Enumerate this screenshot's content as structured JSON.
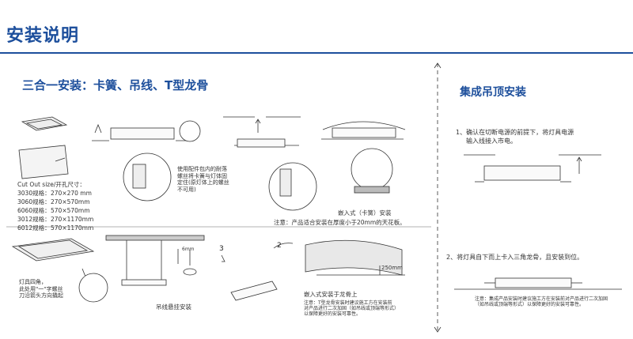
{
  "page_title": "安装说明",
  "left_heading": "三合一安装：卡簧、吊线、T型龙骨",
  "right_heading": "集成吊顶安装",
  "cutout": {
    "title": "Cut Out size/开孔尺寸：",
    "rows": [
      {
        "spec": "3030规格：",
        "size": "270×270 mm"
      },
      {
        "spec": "3060规格：",
        "size": "270×570mm"
      },
      {
        "spec": "6060规格：",
        "size": "570×570mm"
      },
      {
        "spec": "3012规格：",
        "size": "270×1170mm"
      },
      {
        "spec": "6012规格：",
        "size": "570×1170mm"
      }
    ]
  },
  "spring_note": [
    "使用配件包内的耐落",
    "螺丝将卡簧与灯体固",
    "定住(原灯体上的螺丝",
    "不可用)"
  ],
  "embedded_spring_label": "嵌入式（卡簧）安装",
  "embedded_spring_note": "注意：产品适合安装在厚度小于20mm的天花板。",
  "lamp_corner_note": [
    "灯具四角，",
    "此处用\"一\"字螺丝",
    "刀沿箭头方向撬起"
  ],
  "hanging_label": "吊线悬挂安装",
  "screw_label": "6mm",
  "tbar_label": "嵌入式安装于龙骨上",
  "tbar_note": [
    "注意：T型龙骨安装时建议施工方在安装前",
    "对产品进行二次加固（如吊线或顶端等形式）",
    "以保障更好的安装可靠性。"
  ],
  "tbar_dim": "250mm",
  "step_numbers": [
    "3",
    "2"
  ],
  "right_step1": [
    "1、确认在切断电源的前提下，将灯具电源",
    "输入线接入市电。"
  ],
  "right_step2": "2、将灯具自下而上卡入三角龙骨，且安装到位。",
  "right_note": [
    "注意：集成产品安装时建议施工方在安装前对产品进行二次加固",
    "（如吊线或顶端等形式）以保障更好的安装可靠性。"
  ]
}
